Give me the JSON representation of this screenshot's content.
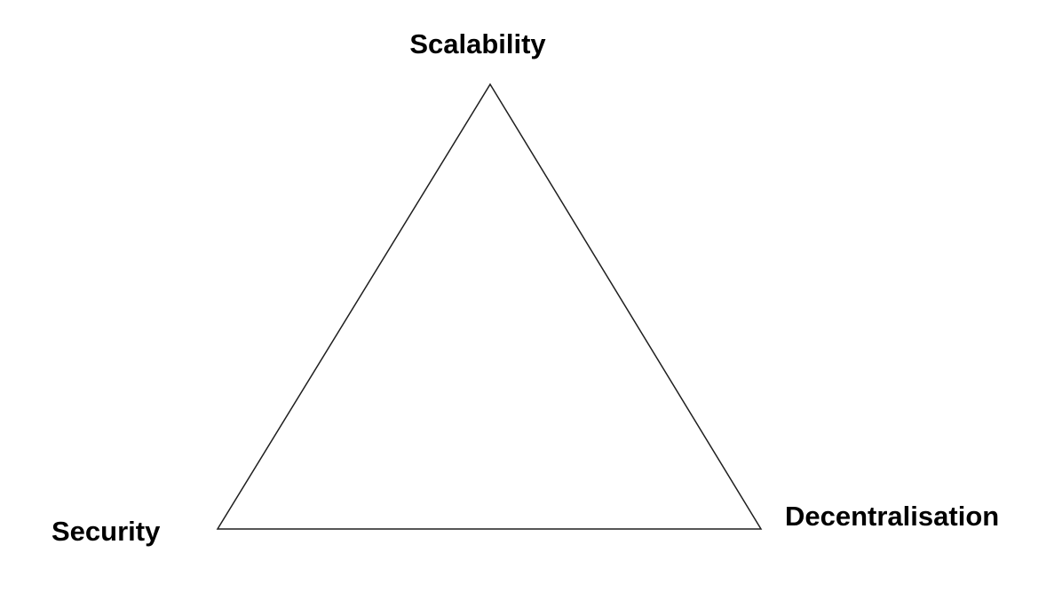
{
  "diagram": {
    "type": "triangle-trilemma",
    "labels": {
      "top": "Scalability",
      "bottom_left": "Security",
      "bottom_right": "Decentralisation"
    },
    "colors": {
      "background": "#ffffff",
      "stroke": "#1f1f1f",
      "text": "#000000"
    }
  }
}
